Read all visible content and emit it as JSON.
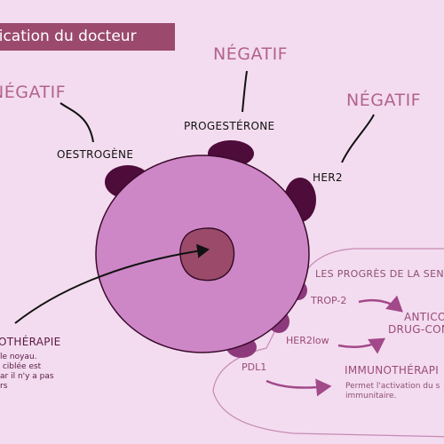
{
  "title": "lication du docteur",
  "receptors": {
    "oestrogene": {
      "name": "OESTROGÈNE",
      "status": "NÉGATIF"
    },
    "progesterone": {
      "name": "PROGESTÉRONE",
      "status": "NÉGATIF"
    },
    "her2": {
      "name": "HER2",
      "status": "NÉGATIF"
    }
  },
  "progress": {
    "title": "LES PROGRÈS DE LA SENC",
    "trop2": "TROP-2",
    "her2low": "HER2low",
    "pdl1": "PDL1",
    "anticorps_line1": "ANTICO",
    "anticorps_line2": "DRUG-CON",
    "immuno": "IMMUNOTHÉRAPI",
    "immuno_desc": "Permet l'activation du s\nimmunitaire."
  },
  "chemo": {
    "title": "OTHÉRAPIE",
    "desc": "le noyau.\n ciblée est\nar il n'y a pas\nrs"
  },
  "colors": {
    "background": "#f3dcef",
    "title_bg": "#9b4a6e",
    "cell": "#cd86c6",
    "nucleus": "#9b4a6a",
    "receptor_dark": "#4e0c3a",
    "receptor_mid": "#8d3a7c",
    "accent": "#b2628e"
  }
}
